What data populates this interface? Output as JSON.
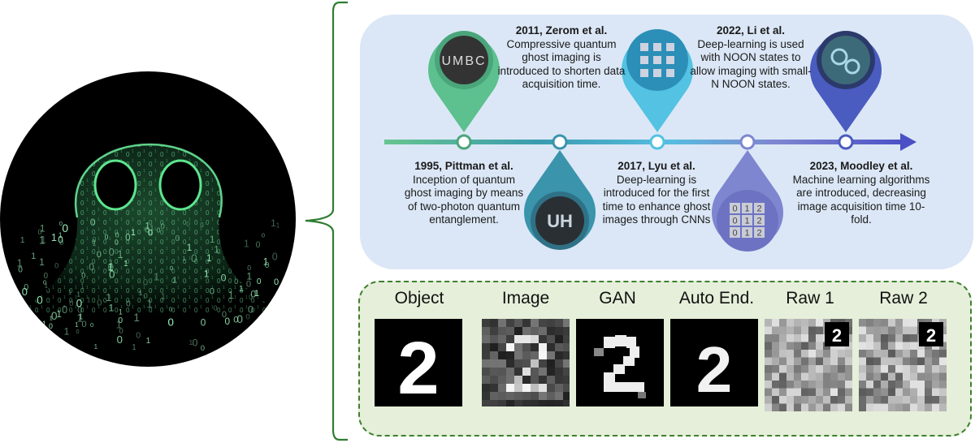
{
  "colors": {
    "panel_bg": "#dbe7f6",
    "bottom_bg": "#e5efd9",
    "bottom_border": "#3f7f2f",
    "bracket": "#2e7d32",
    "pin_green": "#5cc08f",
    "pin_teal": "#3a94ab",
    "pin_sky": "#53c2e3",
    "pin_lavender": "#7f86d0",
    "pin_navy": "#4a5cc0",
    "axis_end": "#4b50c6"
  },
  "timeline": {
    "events": [
      {
        "id": "1995",
        "head": "1995, Pittman et al.",
        "desc": "Inception of quantum ghost imaging by means of two-photon quantum entanglement."
      },
      {
        "id": "2011",
        "head": "2011, Zerom et al.",
        "desc": "Compressive quantum ghost imaging is introduced to shorten data acquisition time."
      },
      {
        "id": "2017",
        "head": "2017, Lyu et al.",
        "desc": "Deep-learning is introduced for the first time to enhance ghost images through CNNs"
      },
      {
        "id": "2022",
        "head": "2022, Li et al.",
        "desc": "Deep-learning is used with NOON states to allow imaging with small-N NOON states."
      },
      {
        "id": "2023",
        "head": "2023, Moodley et al.",
        "desc": "Machine learning algorithms are introduced, decreasing image acquisition time 10-fold."
      }
    ],
    "pins": {
      "umbc_logo": "UMBC",
      "uh_logo": "UH"
    },
    "digit_grid": [
      "0",
      "1",
      "2",
      "0",
      "1",
      "2",
      "0",
      "1",
      "2"
    ]
  },
  "comparison": {
    "columns": [
      "Object",
      "Image",
      "GAN",
      "Auto End.",
      "Raw 1",
      "Raw 2"
    ],
    "digit": "2"
  },
  "ghost": {
    "bits_sample": "0 1 0 0 1 1 0 1 0 0 1 0 1 1 0"
  }
}
